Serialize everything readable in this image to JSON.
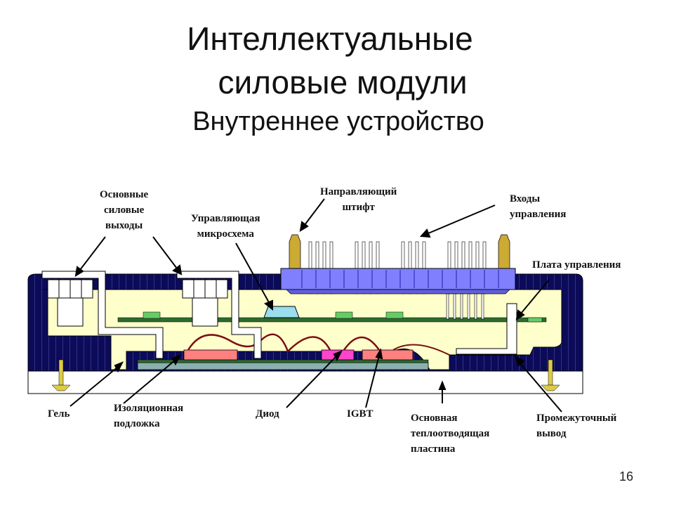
{
  "title": {
    "line1": "Интеллектуальные",
    "line2": "силовые модули",
    "subtitle": "Внутреннее устройство"
  },
  "labels": {
    "power_outputs": [
      "Основные",
      "силовые",
      "выходы"
    ],
    "control_ic": [
      "Управляющая",
      "микросхема"
    ],
    "guide_pin": [
      "Направляющий",
      "штифт"
    ],
    "control_inputs": [
      "Входы",
      "управления"
    ],
    "control_board": "Плата управления",
    "gel": "Гель",
    "insulating_substrate": [
      "Изоляционная",
      "подложка"
    ],
    "diode": "Диод",
    "igbt": "IGBT",
    "base_plate": [
      "Основная",
      "теплоотводящая",
      "пластина"
    ],
    "intermediate_terminal": [
      "Промежуточный",
      "вывод"
    ]
  },
  "page_number": "16",
  "colors": {
    "housing": "#0b0b5a",
    "gel": "#ffffcc",
    "connector": "#8080ff",
    "chip": "#ff8080",
    "ic": "#99ddee",
    "pcb": "#2e6b2e",
    "wire": "#7a1010"
  }
}
